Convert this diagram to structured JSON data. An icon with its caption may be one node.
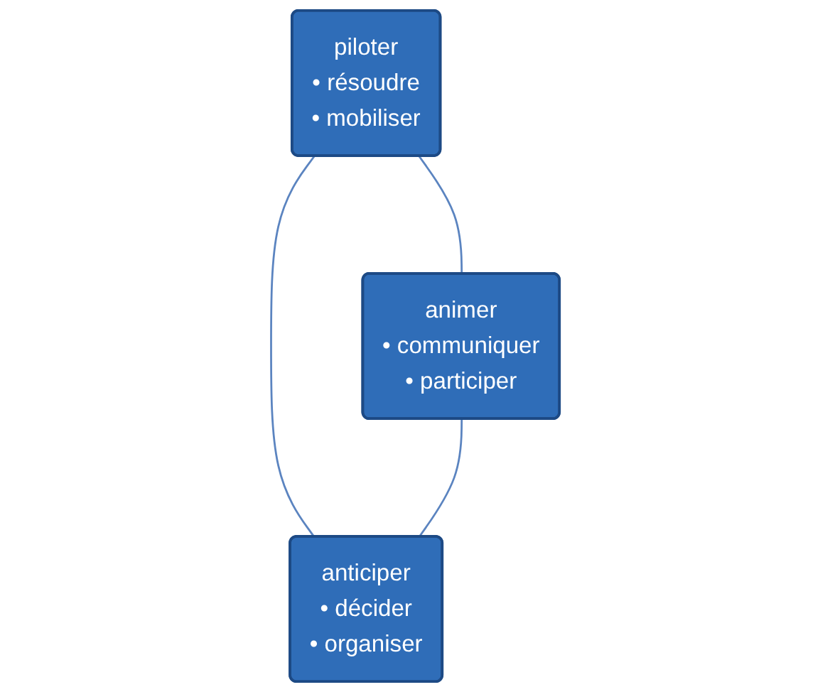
{
  "diagram": {
    "nodes": [
      {
        "text": [
          "piloter",
          "• résoudre",
          "• mobiliser"
        ]
      },
      {
        "text": [
          "animer",
          "• communiquer",
          "• participer"
        ]
      },
      {
        "text": [
          "anticiper",
          "• décider",
          "• organiser"
        ]
      }
    ],
    "edges": [
      {
        "from": 0,
        "to": 1,
        "arrow": "none"
      },
      {
        "from": 0,
        "to": 2,
        "arrow": "none"
      },
      {
        "from": 1,
        "to": 2,
        "arrow": "none"
      }
    ]
  }
}
